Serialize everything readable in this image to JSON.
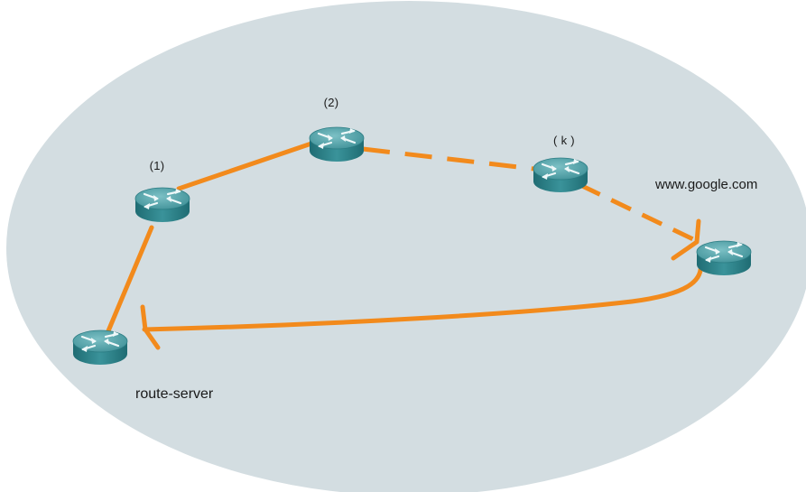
{
  "diagram": {
    "colors": {
      "cloud": "#d3dde1",
      "path": "#f28a1c",
      "router_body": "#2a7f86",
      "router_top": "#5aa9af",
      "router_arrows": "#e8f4f5"
    },
    "nodes": [
      {
        "id": "route-server",
        "label": "route-server",
        "icon": "router-icon"
      },
      {
        "id": "hop-1",
        "label": "(1)",
        "icon": "router-icon"
      },
      {
        "id": "hop-2",
        "label": "(2)",
        "icon": "router-icon"
      },
      {
        "id": "hop-k",
        "label": "( k )",
        "icon": "router-icon"
      },
      {
        "id": "google",
        "label": "www.google.com",
        "icon": "router-icon"
      }
    ],
    "edges": [
      {
        "from": "route-server",
        "to": "hop-1",
        "style": "solid"
      },
      {
        "from": "hop-1",
        "to": "hop-2",
        "style": "solid"
      },
      {
        "from": "hop-2",
        "to": "hop-k",
        "style": "dashed"
      },
      {
        "from": "hop-k",
        "to": "google",
        "style": "dashed",
        "arrow": true
      },
      {
        "from": "google",
        "to": "route-server",
        "style": "solid",
        "arrow": true
      }
    ]
  }
}
